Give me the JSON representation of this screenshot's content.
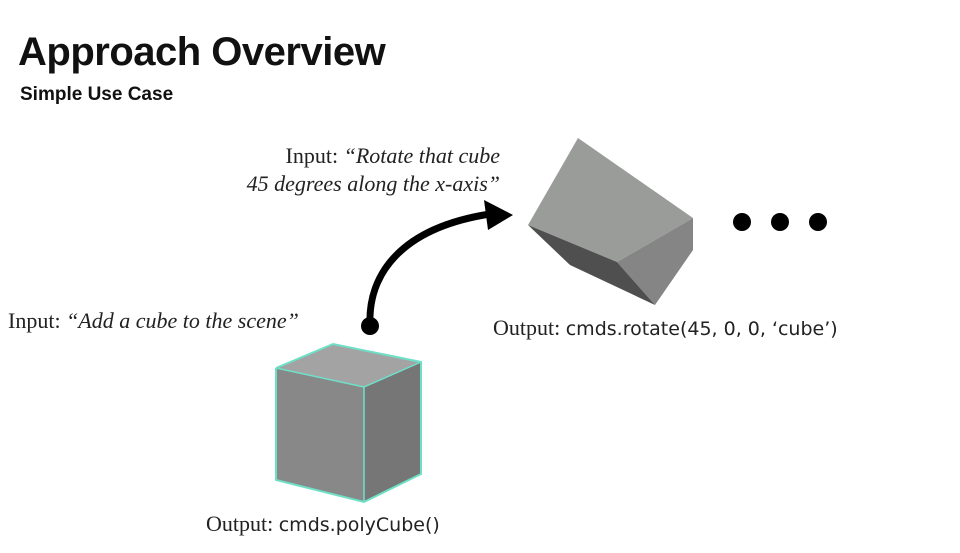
{
  "header": {
    "title": "Approach Overview",
    "subtitle": "Simple Use Case"
  },
  "step1": {
    "input_label": "Input: ",
    "input_quote": "“Add a cube to the scene”",
    "output_label": "Output: ",
    "output_code": "cmds.polyCube()"
  },
  "step2": {
    "input_label": "Input: ",
    "input_quote_line1": "“Rotate that cube",
    "input_quote_line2": "45 degrees along the x-axis”",
    "output_label": "Output: ",
    "output_code": "cmds.rotate(45, 0, 0, ‘cube’)"
  },
  "colors": {
    "text": "#222222",
    "cube_front": "#8a8a8a",
    "cube_top": "#a3a3a3",
    "cube_side": "#6f6f6f",
    "cube_edge_highlight": "#6fe0c8",
    "arrow": "#000000"
  }
}
